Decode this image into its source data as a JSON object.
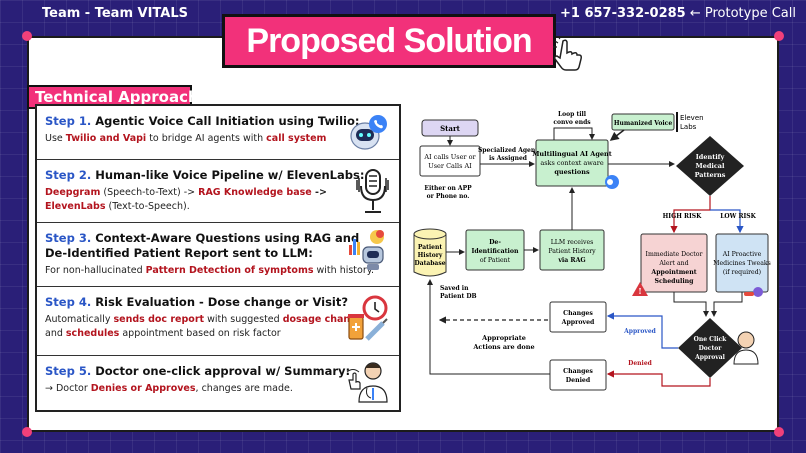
{
  "header": {
    "team": "Team  - Team VITALS",
    "phone": "+1 657-332-0285",
    "phone_suffix": "← Prototype Call"
  },
  "title": "Proposed Solution",
  "section_tag": "Technical Approach",
  "steps": [
    {
      "num": "Step 1.",
      "title": " Agentic Voice Call Initiation using Twilio:",
      "line": [
        "Use ",
        "Twilio and Vapi",
        " to bridge AI agents with ",
        "call system",
        ""
      ]
    },
    {
      "num": "Step 2.",
      "title": " Human-like Voice Pipeline w/ ElevenLabs:",
      "line1": [
        "Deepgram",
        " (Speech-to-Text) -> ",
        "RAG Knowledge base",
        " ->"
      ],
      "line2": [
        "ElevenLabs",
        " (Text-to-Speech)."
      ]
    },
    {
      "num": "Step 3.",
      "title": " Context-Aware Questions using RAG and",
      "title2": "De-Identified Patient Report sent to LLM:",
      "line": [
        "For non-hallucinated ",
        "Pattern Detection of symptoms",
        " with history."
      ]
    },
    {
      "num": "Step 4.",
      "title": " Risk Evaluation - Dose change or Visit?",
      "line1": [
        "Automatically ",
        "sends doc report",
        " with suggested ",
        "dosage change"
      ],
      "line2": [
        "and ",
        "schedules",
        " appointment based on risk factor"
      ]
    },
    {
      "num": "Step 5.",
      "title": " Doctor one-click approval w/ Summary:",
      "line": [
        "→ Doctor ",
        "Denies or Approves",
        ", changes are made."
      ]
    }
  ],
  "flow": {
    "start": "Start",
    "ai_calls_1": "AI calls User or",
    "ai_calls_2": "User Calls AI",
    "either_1": "Either on APP",
    "either_2": "or Phone no.",
    "specialized_1": "Specialized Agent",
    "specialized_2": "is Assigned",
    "loop_1": "Loop till",
    "loop_2": "convo ends",
    "multi_1": "Multilingual AI Agent",
    "multi_2": "asks context aware",
    "multi_3": "questions",
    "humanized": "Humanized Voice",
    "eleven_1": "Eleven",
    "eleven_2": "Labs",
    "identify_1": "Identify",
    "identify_2": "Medical",
    "identify_3": "Patterns",
    "high_risk": "HIGH RISK",
    "low_risk": "LOW RISK",
    "patient_1": "Patient",
    "patient_2": "History",
    "patient_3": "Database",
    "deid_1": "De-",
    "deid_2": "Identification",
    "deid_3": "of Patient",
    "llm_1": "LLM receives",
    "llm_2": "Patient History",
    "llm_3": "via RAG",
    "immediate_1": "Immediate Doctor",
    "immediate_2": "Alert and",
    "immediate_3": "Appointment",
    "immediate_4": "Scheduling",
    "proactive_1": "AI Proactive",
    "proactive_2": "Medicines Tweaks",
    "proactive_3": "(if required)",
    "saved_1": "Saved in",
    "saved_2": "Patient DB",
    "approved_box_1": "Changes",
    "approved_box_2": "Approved",
    "denied_box_1": "Changes",
    "denied_box_2": "Denied",
    "appropriate_1": "Appropriate",
    "appropriate_2": "Actions are done",
    "approved_label": "Approved",
    "denied_label": "Denied",
    "one_click_1": "One Click",
    "one_click_2": "Doctor",
    "one_click_3": "Approval"
  },
  "icons": [
    "robot-assistant-icon",
    "microphone-icon",
    "ai-robot-chart-icon",
    "medicine-clock-syringe-icon",
    "doctor-touch-icon",
    "pointer-hand-icon"
  ],
  "colors": {
    "accent_pink": "#f2317a",
    "background_navy": "#2a1f78",
    "step_blue": "#2a56c6",
    "highlight_red": "#b3141e",
    "flow_green": "#c8f0cf",
    "flow_yellow": "#fbf3b3",
    "flow_pink": "#f6d3d3",
    "flow_blue": "#cfe3f4"
  }
}
